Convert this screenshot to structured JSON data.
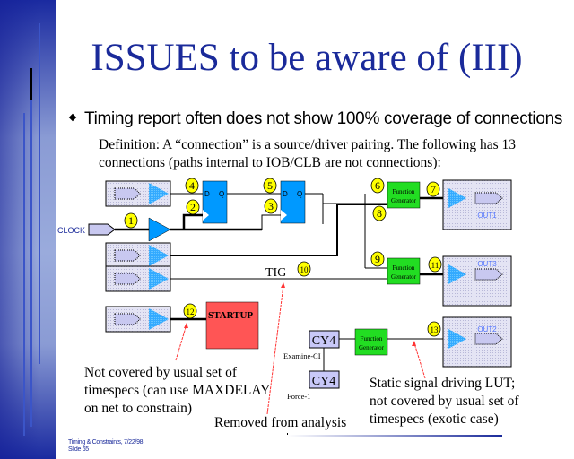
{
  "slide": {
    "title": "ISSUES to be aware of (III)",
    "bullet": "Timing report often does not show 100% coverage of connections",
    "definition_line1": "Definition: A “connection” is a source/driver pairing. The following has 13",
    "definition_line2": "connections (paths internal to IOB/CLB are not connections):",
    "footer_line1": "Timing & Constraints, 7/22/98",
    "footer_line2": "Slide 65"
  },
  "diagram": {
    "clock_label": "CLOCK",
    "ff_d_label": "D",
    "ff_q_label": "Q",
    "fg_line1": "Function",
    "fg_line2": "Generator",
    "tig_label": "TIG",
    "startup_label": "STARTUP",
    "cy4_label": "CY4",
    "examine_label": "Examine-CI",
    "force_label": "Force-1",
    "out_labels": [
      "OUT1",
      "OUT3",
      "OUT2"
    ],
    "connection_numbers": [
      "1",
      "2",
      "3",
      "4",
      "5",
      "6",
      "7",
      "8",
      "9",
      "10",
      "11",
      "12",
      "13"
    ],
    "colors": {
      "flipflop": "#0099ff",
      "function_generator": "#22dd22",
      "startup": "#ff5555",
      "pad_fill": "#d8d8f0",
      "marker": "#ffff00",
      "annotation_arrow": "#ff3333"
    }
  },
  "notes": {
    "startup_note": [
      "Not covered by usual set of",
      "timespecs (can use MAXDELAY",
      "on net to constrain)"
    ],
    "tig_note": "Removed from analysis",
    "static_note": [
      "Static signal driving LUT;",
      "not covered by usual set of",
      "timespecs (exotic case)"
    ]
  }
}
